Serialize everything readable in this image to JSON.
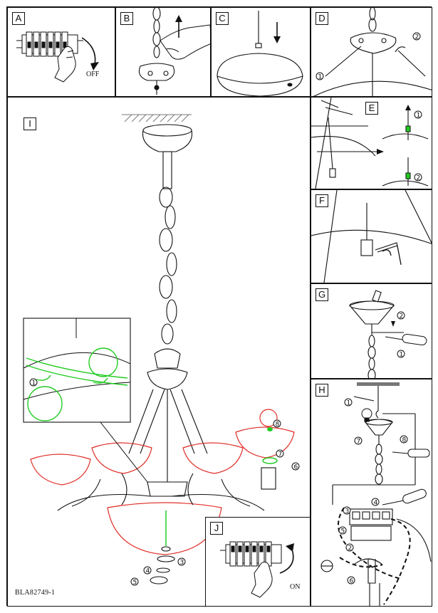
{
  "panels": {
    "a": {
      "label": "A",
      "text": "OFF"
    },
    "b": {
      "label": "B"
    },
    "c": {
      "label": "C"
    },
    "d": {
      "label": "D"
    },
    "e": {
      "label": "E"
    },
    "f": {
      "label": "F"
    },
    "g": {
      "label": "G"
    },
    "h": {
      "label": "H"
    },
    "i": {
      "label": "I"
    },
    "j": {
      "label": "J",
      "text": "ON"
    }
  },
  "footer": {
    "code": "BLA82749-1"
  },
  "colors": {
    "line": "#111111",
    "red": "#e0302a",
    "green": "#22cc22",
    "hatch": "#777777"
  },
  "icons": [
    "circuit-breaker-icon",
    "hand-icon",
    "arrow-icon",
    "hex-key-icon",
    "screwdriver-icon",
    "bulb-icon"
  ]
}
